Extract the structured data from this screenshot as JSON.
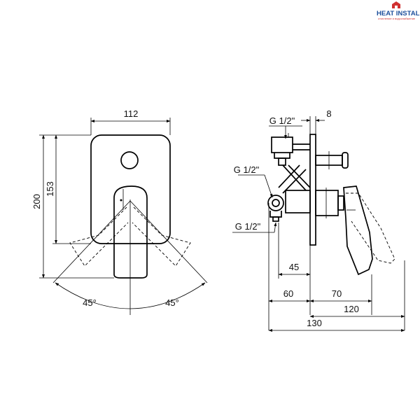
{
  "logo": {
    "brand": "HEAT INSTALL",
    "tagline": "отопление и водоснабжение",
    "colors": {
      "primary": "#1c4f9c",
      "accent": "#d03030"
    }
  },
  "front_view": {
    "dims": {
      "width": "112",
      "total_height": "200",
      "plate_height": "153",
      "angle_left": "45°",
      "angle_right": "45°"
    }
  },
  "side_view": {
    "labels": {
      "thread_top": "G 1/2\"",
      "thread_middle": "G 1/2\"",
      "thread_bottom": "G 1/2\""
    },
    "dims": {
      "plate_thickness": "8",
      "outlet_offset": "45",
      "body_depth": "60",
      "lever_depth": "70",
      "front_depth": "120",
      "total_depth": "130"
    }
  }
}
